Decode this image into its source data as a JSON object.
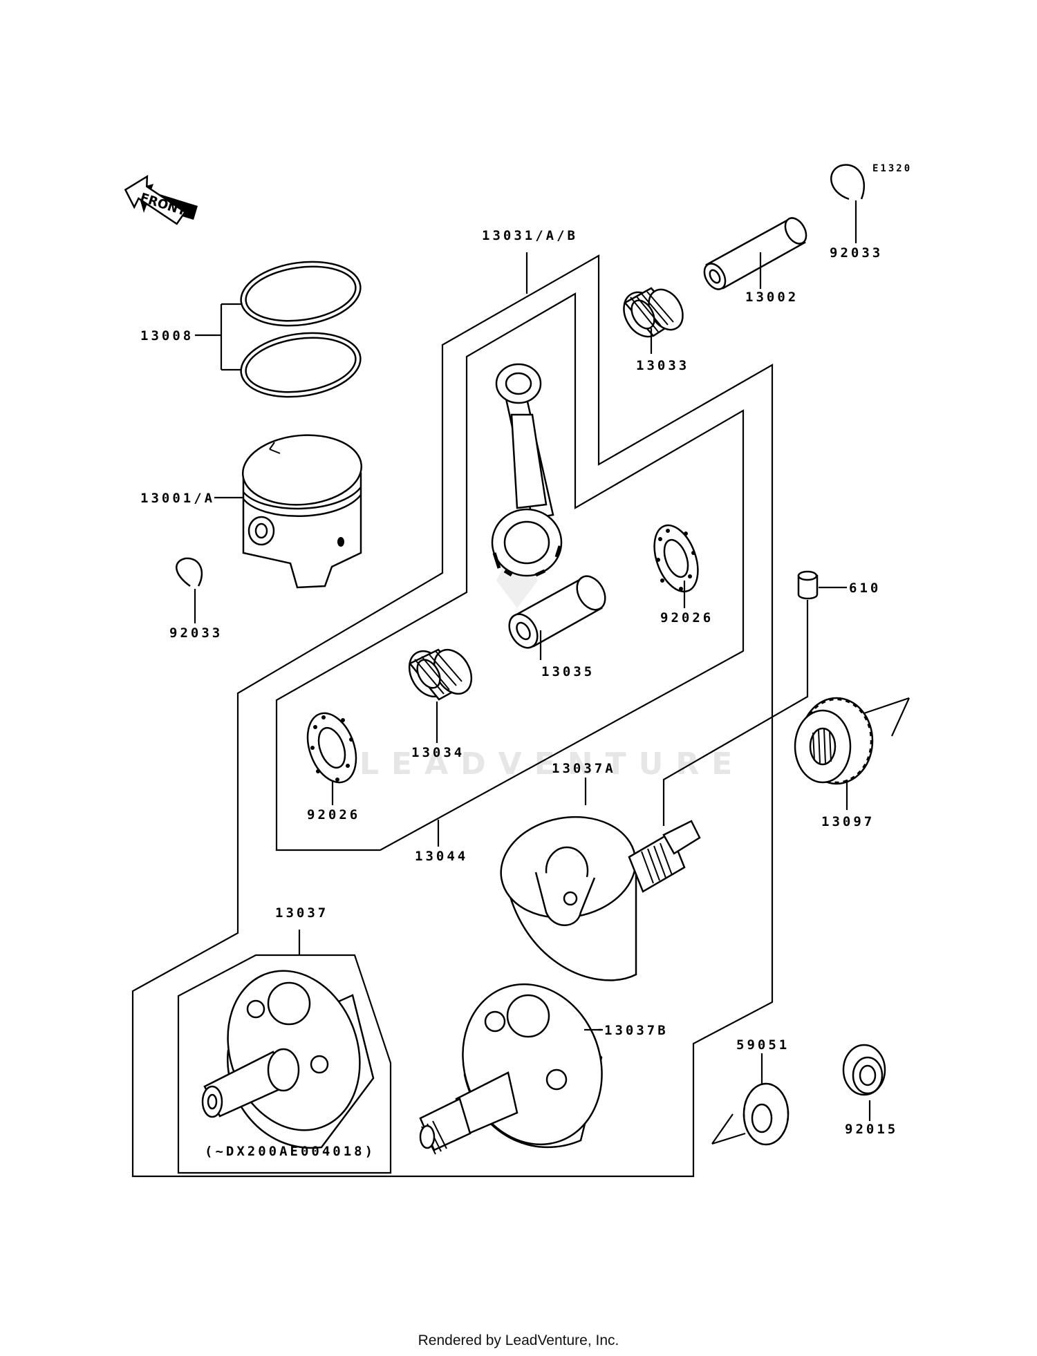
{
  "diagram": {
    "code": "E1320",
    "front_label": "FRONT",
    "watermark": "LEADVENTURE",
    "parts": [
      {
        "id": "p13031",
        "label": "13031/A/B"
      },
      {
        "id": "p13002",
        "label": "13002"
      },
      {
        "id": "p92033a",
        "label": "92033"
      },
      {
        "id": "p13033",
        "label": "13033"
      },
      {
        "id": "p13008",
        "label": "13008"
      },
      {
        "id": "p13001",
        "label": "13001/A"
      },
      {
        "id": "p92033b",
        "label": "92033"
      },
      {
        "id": "p92026a",
        "label": "92026"
      },
      {
        "id": "p13035",
        "label": "13035"
      },
      {
        "id": "p13034",
        "label": "13034"
      },
      {
        "id": "p92026b",
        "label": "92026"
      },
      {
        "id": "p13044",
        "label": "13044"
      },
      {
        "id": "p13037A",
        "label": "13037A"
      },
      {
        "id": "p610",
        "label": "610"
      },
      {
        "id": "p13097",
        "label": "13097"
      },
      {
        "id": "p13037",
        "label": "13037"
      },
      {
        "id": "p13037B",
        "label": "13037B"
      },
      {
        "id": "p59051",
        "label": "59051"
      },
      {
        "id": "p92015",
        "label": "92015"
      }
    ],
    "serial_note": "(~DX200AE004018)"
  },
  "footer": {
    "text": "Rendered by LeadVenture, Inc."
  }
}
